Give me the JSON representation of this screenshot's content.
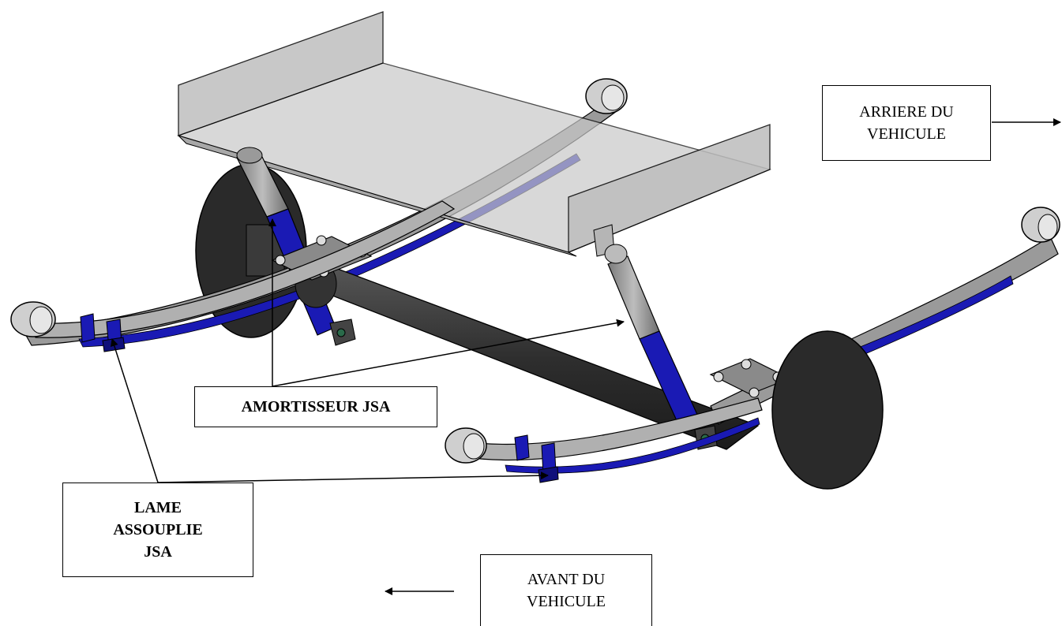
{
  "labels": {
    "arriere": [
      "ARRIERE DU",
      "VEHICULE"
    ],
    "avant": [
      "AVANT DU",
      "VEHICULE"
    ],
    "amortisseur": "AMORTISSEUR JSA",
    "lame": [
      "LAME",
      "ASSOUPLIE",
      "JSA"
    ]
  },
  "colors": {
    "blue_part": "#1a1ab4",
    "grey_part": "#8c8c8c",
    "dark_part": "#2b2b2b",
    "platform": "#c8c8c8"
  }
}
